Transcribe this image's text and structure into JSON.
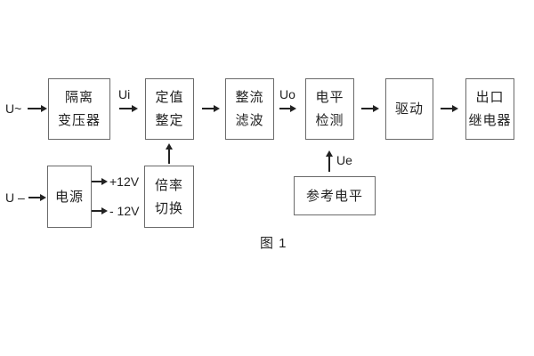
{
  "caption": "图 1",
  "labels": {
    "u_ac": "U~",
    "u_dc": "U –",
    "ui": "Ui",
    "uo": "Uo",
    "ue": "Ue",
    "plus12v": "+12V",
    "minus12v": "- 12V"
  },
  "blocks": {
    "isolation_transformer": {
      "line1": "隔离",
      "line2": "变压器"
    },
    "value_setting": {
      "line1": "定值",
      "line2": "整定"
    },
    "rectifier_filter": {
      "line1": "整流",
      "line2": "滤波"
    },
    "level_detect": {
      "line1": "电平",
      "line2": "检测"
    },
    "drive": {
      "line1": "驱动"
    },
    "output_relay": {
      "line1": "出口",
      "line2": "继电器"
    },
    "power_supply": {
      "line1": "电源"
    },
    "ratio_switch": {
      "line1": "倍率",
      "line2": "切换"
    },
    "reference_level": {
      "line1": "参考电平"
    }
  },
  "colors": {
    "background": "#ffffff",
    "ink": "#222222",
    "box_border": "#6a6a6a"
  }
}
